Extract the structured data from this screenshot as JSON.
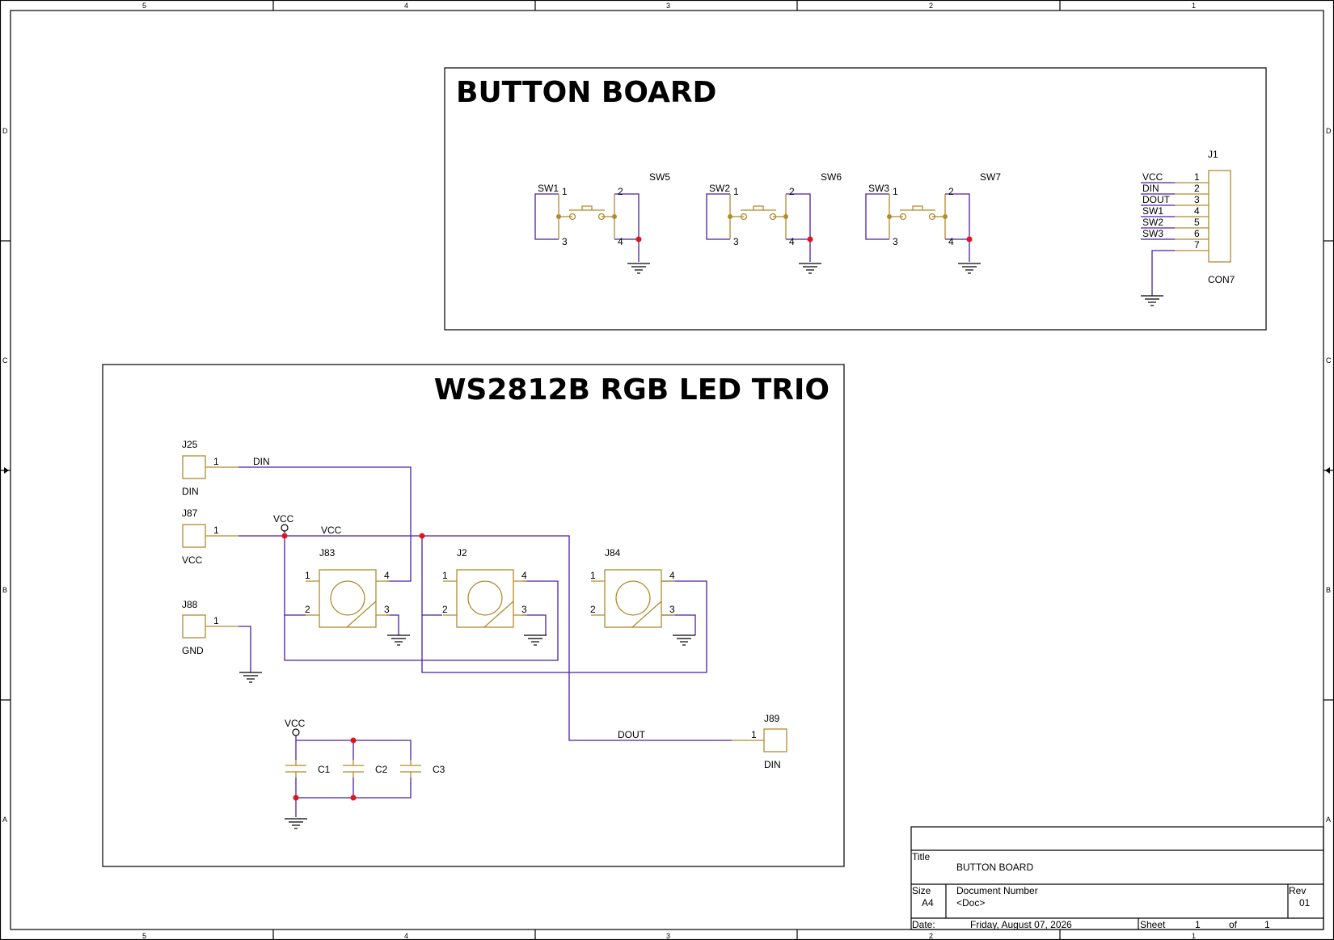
{
  "frame": {
    "columns": [
      "5",
      "4",
      "3",
      "2",
      "1"
    ],
    "rows": [
      "D",
      "C",
      "B",
      "A"
    ]
  },
  "button_board": {
    "title": "BUTTON BOARD",
    "switches": [
      {
        "ref": "SW1",
        "part": "SW5",
        "pins": [
          "1",
          "2",
          "3",
          "4"
        ]
      },
      {
        "ref": "SW2",
        "part": "SW6",
        "pins": [
          "1",
          "2",
          "3",
          "4"
        ]
      },
      {
        "ref": "SW3",
        "part": "SW7",
        "pins": [
          "1",
          "2",
          "3",
          "4"
        ]
      }
    ],
    "connector": {
      "ref": "J1",
      "value": "CON7",
      "pins": [
        {
          "num": "1",
          "net": "VCC"
        },
        {
          "num": "2",
          "net": "DIN"
        },
        {
          "num": "3",
          "net": "DOUT"
        },
        {
          "num": "4",
          "net": "SW1"
        },
        {
          "num": "5",
          "net": "SW2"
        },
        {
          "num": "6",
          "net": "SW3"
        },
        {
          "num": "7",
          "net": ""
        }
      ]
    }
  },
  "led_trio": {
    "title": "WS2812B RGB LED TRIO",
    "connectors": [
      {
        "ref": "J25",
        "pin": "1",
        "value": "DIN",
        "net": "DIN"
      },
      {
        "ref": "J87",
        "pin": "1",
        "value": "VCC",
        "net": "VCC"
      },
      {
        "ref": "J88",
        "pin": "1",
        "value": "GND"
      },
      {
        "ref": "J89",
        "pin": "1",
        "value": "DIN",
        "net": "DOUT"
      }
    ],
    "vcc_labels": [
      "VCC",
      "VCC"
    ],
    "leds": [
      {
        "ref": "J83",
        "pins": [
          "1",
          "2",
          "3",
          "4"
        ]
      },
      {
        "ref": "J2",
        "pins": [
          "1",
          "2",
          "3",
          "4"
        ]
      },
      {
        "ref": "J84",
        "pins": [
          "1",
          "2",
          "3",
          "4"
        ]
      }
    ],
    "capacitors": [
      "C1",
      "C2",
      "C3"
    ]
  },
  "title_block": {
    "title_label": "Title",
    "title": "BUTTON BOARD",
    "size_label": "Size",
    "size": "A4",
    "doc_label": "Document Number",
    "doc": "<Doc>",
    "rev_label": "Rev",
    "rev": "01",
    "date_label": "Date:",
    "date": "Friday, August 07, 2026",
    "sheet_label": "Sheet",
    "sheet": "1",
    "of_label": "of",
    "total": "1"
  },
  "colors": {
    "wire": "#4b1ea6",
    "component": "#b38a2c",
    "junction": "#e0161e"
  }
}
